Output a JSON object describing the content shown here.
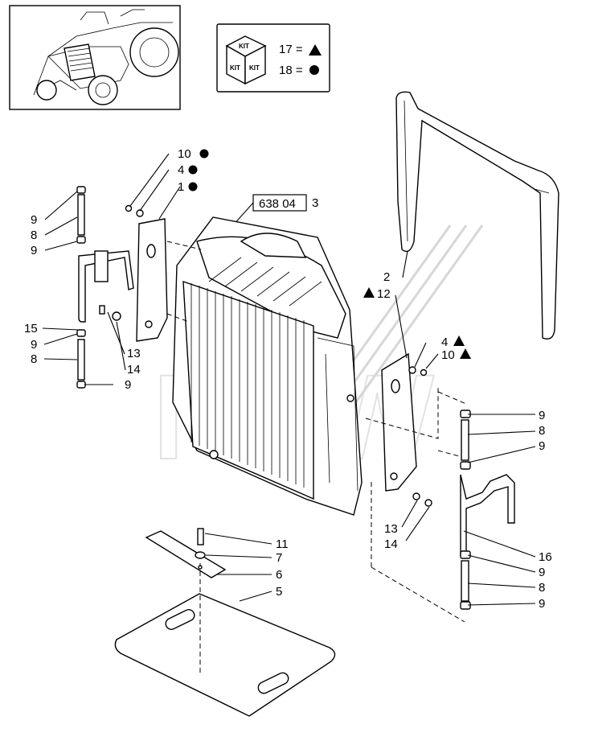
{
  "legend": {
    "kit_text": "KIT",
    "kit17": "17 =",
    "kit18": "18 ="
  },
  "ref_box": "638 04",
  "callouts": {
    "c1": "1",
    "c2": "2",
    "c3": "3",
    "c4a": "4",
    "c4b": "4",
    "c5": "5",
    "c6": "6",
    "c7": "7",
    "c8a": "8",
    "c8b": "8",
    "c8c": "8",
    "c8d": "8",
    "c9a": "9",
    "c9b": "9",
    "c9c": "9",
    "c9d": "9",
    "c9e": "9",
    "c9f": "9",
    "c9g": "9",
    "c9h": "9",
    "c10a": "10",
    "c10b": "10",
    "c11": "11",
    "c12": "12",
    "c13a": "13",
    "c13b": "13",
    "c14a": "14",
    "c14b": "14",
    "c15": "15",
    "c16": "16"
  }
}
